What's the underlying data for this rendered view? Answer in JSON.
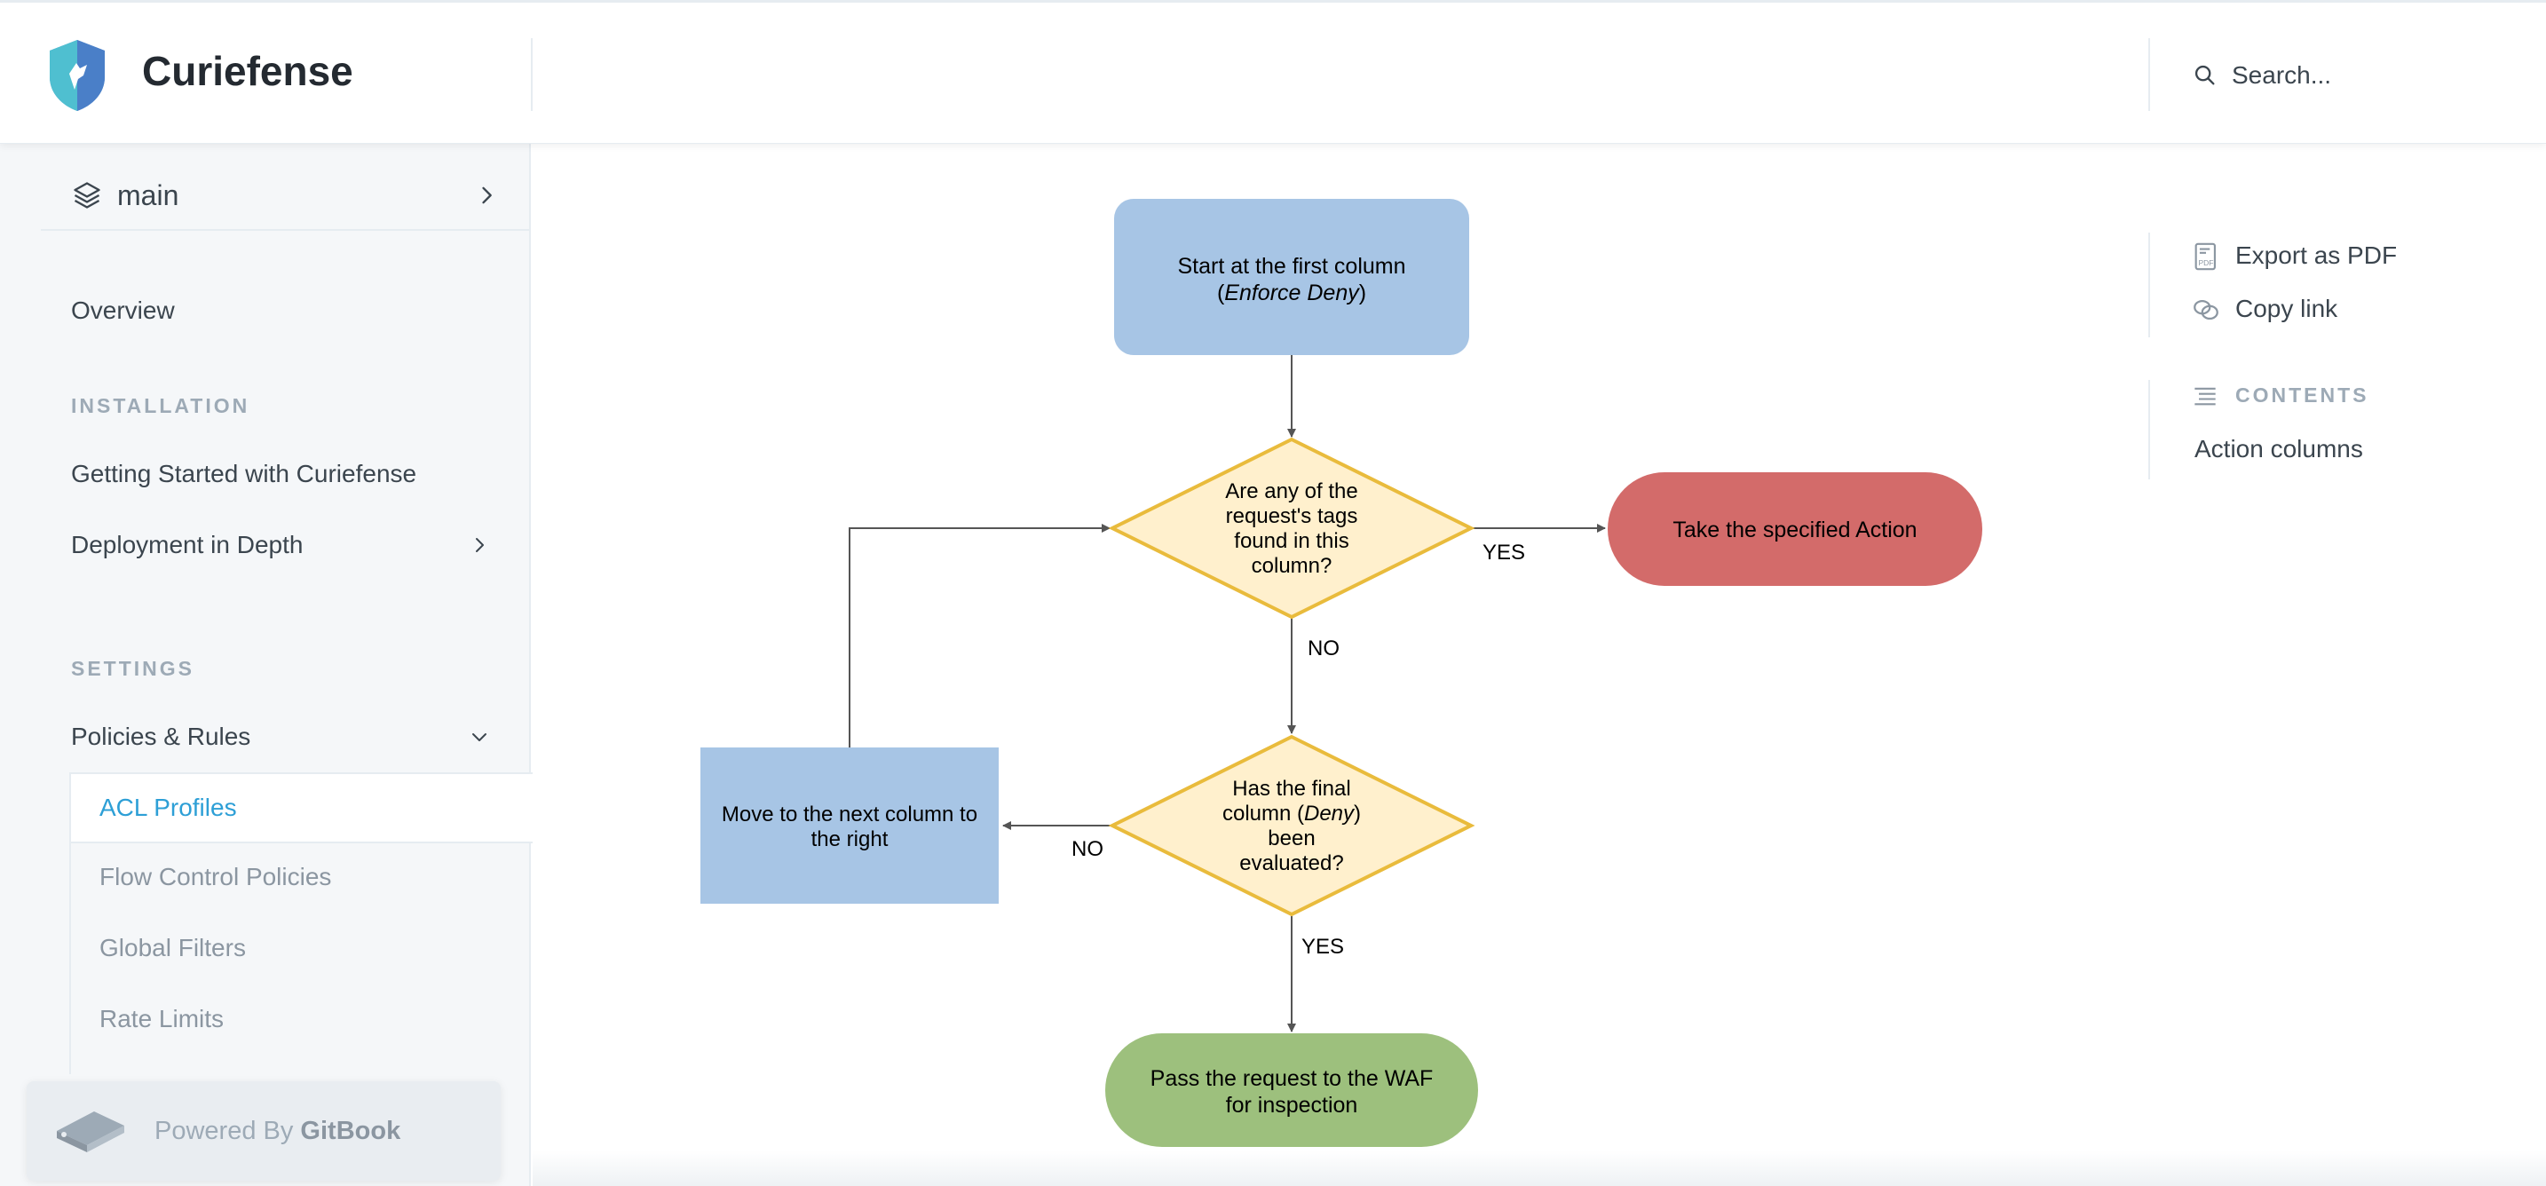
{
  "header": {
    "brand": "Curiefense",
    "search_placeholder": "Search..."
  },
  "sidebar": {
    "variant": "main",
    "overview": "Overview",
    "sections": [
      {
        "title": "INSTALLATION",
        "items": [
          "Getting Started with Curiefense",
          "Deployment in Depth"
        ]
      },
      {
        "title": "SETTINGS",
        "items": [
          "Policies & Rules"
        ]
      }
    ],
    "subitems": [
      "ACL Profiles",
      "Flow Control Policies",
      "Global Filters",
      "Rate Limits"
    ],
    "active_subitem": "ACL Profiles",
    "powered_prefix": "Powered By",
    "powered_brand": "GitBook"
  },
  "right_rail": {
    "export_label": "Export as PDF",
    "copy_label": "Copy link",
    "contents_title": "CONTENTS",
    "toc": [
      "Action columns"
    ]
  },
  "flowchart": {
    "start_line1": "Start at the first column",
    "start_line2_open": "(",
    "start_line2_em": "Enforce Deny",
    "start_line2_close": ")",
    "q1": [
      "Are any of the",
      "request's tags",
      "found in this",
      "column?"
    ],
    "q1_yes": "YES",
    "q1_no": "NO",
    "action": "Take the specified Action",
    "q2_line1": "Has the final",
    "q2_line2_a": "column (",
    "q2_line2_em": "Deny",
    "q2_line2_b": ")",
    "q2_line3": "been",
    "q2_line4": "evaluated?",
    "q2_no": "NO",
    "q2_yes": "YES",
    "next": [
      "Move to the next column to",
      "the right"
    ],
    "pass": [
      "Pass the request to the WAF",
      "for inspection"
    ]
  },
  "colors": {
    "accent": "#2d9fd6",
    "blue_box": "#a7c5e5",
    "diamond_fill": "#fff0cd",
    "diamond_stroke": "#e9bb3c",
    "action_fill": "#d36b6a",
    "pass_fill": "#9dc07d"
  }
}
